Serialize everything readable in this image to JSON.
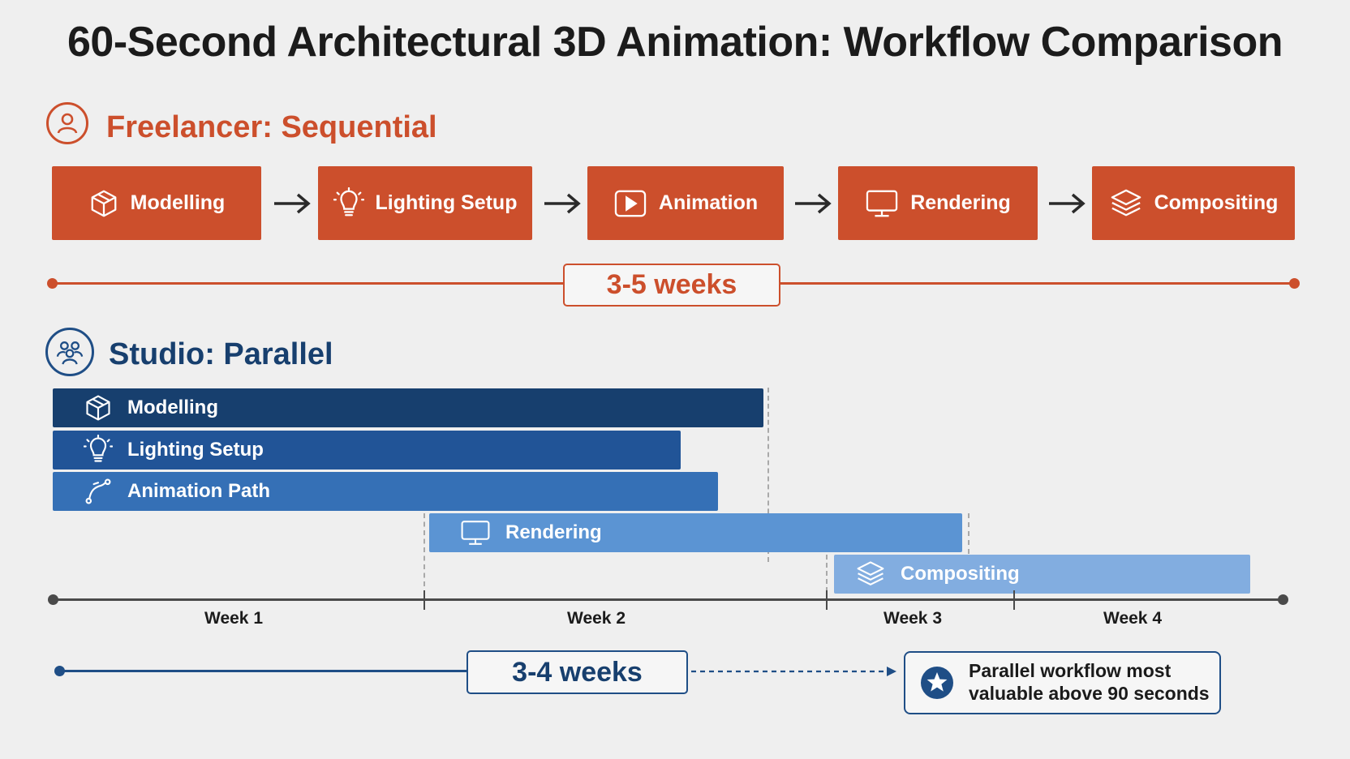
{
  "title": "60-Second Architectural 3D Animation: Workflow Comparison",
  "freelancer": {
    "title": "Freelancer: Sequential",
    "icon": "person-icon",
    "color": "#cc4f2c",
    "steps": [
      {
        "label": "Modelling",
        "icon": "cube-icon"
      },
      {
        "label": "Lighting Setup",
        "icon": "lightbulb-icon"
      },
      {
        "label": "Animation",
        "icon": "play-icon"
      },
      {
        "label": "Rendering",
        "icon": "monitor-icon"
      },
      {
        "label": "Compositing",
        "icon": "layers-icon"
      }
    ],
    "duration": "3-5 weeks"
  },
  "studio": {
    "title": "Studio: Parallel",
    "icon": "team-icon",
    "color": "#1f4e86",
    "tasks": [
      {
        "label": "Modelling",
        "icon": "cube-icon",
        "color": "#173f6e"
      },
      {
        "label": "Lighting Setup",
        "icon": "lightbulb-icon",
        "color": "#215497"
      },
      {
        "label": "Animation Path",
        "icon": "path-icon",
        "color": "#3570b6"
      },
      {
        "label": "Rendering",
        "icon": "monitor-icon",
        "color": "#5b94d3"
      },
      {
        "label": "Compositing",
        "icon": "layers-icon",
        "color": "#82ade0"
      }
    ],
    "weeks": [
      "Week 1",
      "Week 2",
      "Week 3",
      "Week 4"
    ],
    "duration": "3-4 weeks",
    "note": {
      "line1": "Parallel workflow most",
      "line2": "valuable above 90 seconds",
      "icon": "star-icon"
    }
  }
}
